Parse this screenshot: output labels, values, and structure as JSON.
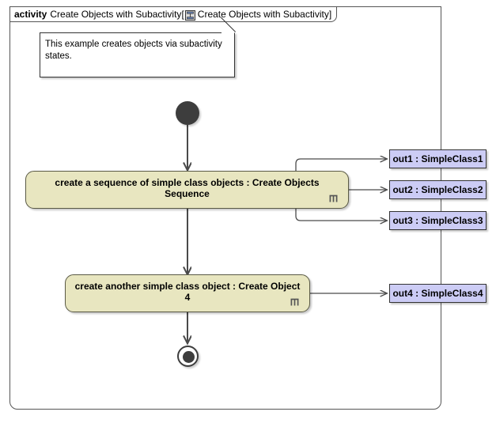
{
  "frame": {
    "keyword": "activity",
    "name": "Create Objects with Subactivity",
    "bracket_open": "[",
    "bracket_close": "]",
    "diagram_name": "Create Objects with Subactivity",
    "icon": "subactivity-state-icon"
  },
  "note": {
    "text": "This example creates objects via subactivity states."
  },
  "nodes": {
    "initial": {
      "name": "initial-node"
    },
    "final": {
      "name": "activity-final-node"
    },
    "activities": [
      {
        "label": "create a sequence of simple class objects : Create Objects Sequence",
        "icon": "rake-subactivity-icon"
      },
      {
        "label": "create another simple class object : Create Object 4",
        "icon": "rake-subactivity-icon"
      }
    ],
    "objects": [
      {
        "label": "out1 : SimpleClass1"
      },
      {
        "label": "out2 : SimpleClass2"
      },
      {
        "label": "out3 : SimpleClass3"
      },
      {
        "label": "out4 : SimpleClass4"
      }
    ]
  },
  "colors": {
    "activity_fill": "#e8e6c0",
    "activity_stroke": "#5a5a45",
    "object_fill": "#ccccf5",
    "object_stroke": "#333333",
    "node_dark": "#3d3d3d",
    "edge": "#4a4a4a",
    "frame_stroke": "#555555",
    "page_bg": "#ffffff"
  }
}
